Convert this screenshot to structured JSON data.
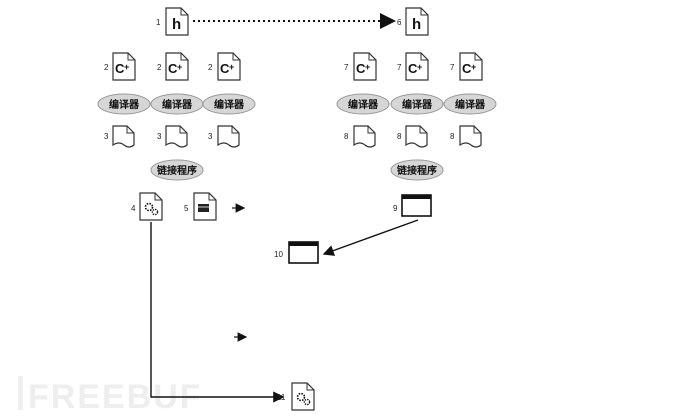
{
  "diagram": {
    "compiler_label": "编译器",
    "linker_label": "链接程序",
    "numbers": {
      "n1": "1",
      "n2": "2",
      "n3": "3",
      "n4": "4",
      "n5": "5",
      "n6": "6",
      "n7": "7",
      "n8": "8",
      "n9": "9",
      "n10": "10",
      "n11": "11"
    },
    "header_glyph": "h",
    "source_glyph": "C",
    "source_glyph_plus": "+"
  },
  "watermark": {
    "text": "FREEBUF"
  },
  "colors": {
    "line": "#111111",
    "pill_fill": "#d6d6d6",
    "pill_stroke": "#9a9a9a",
    "doc_fill": "#ffffff",
    "doc_stroke": "#333333",
    "watermark": "#eeeeee"
  }
}
